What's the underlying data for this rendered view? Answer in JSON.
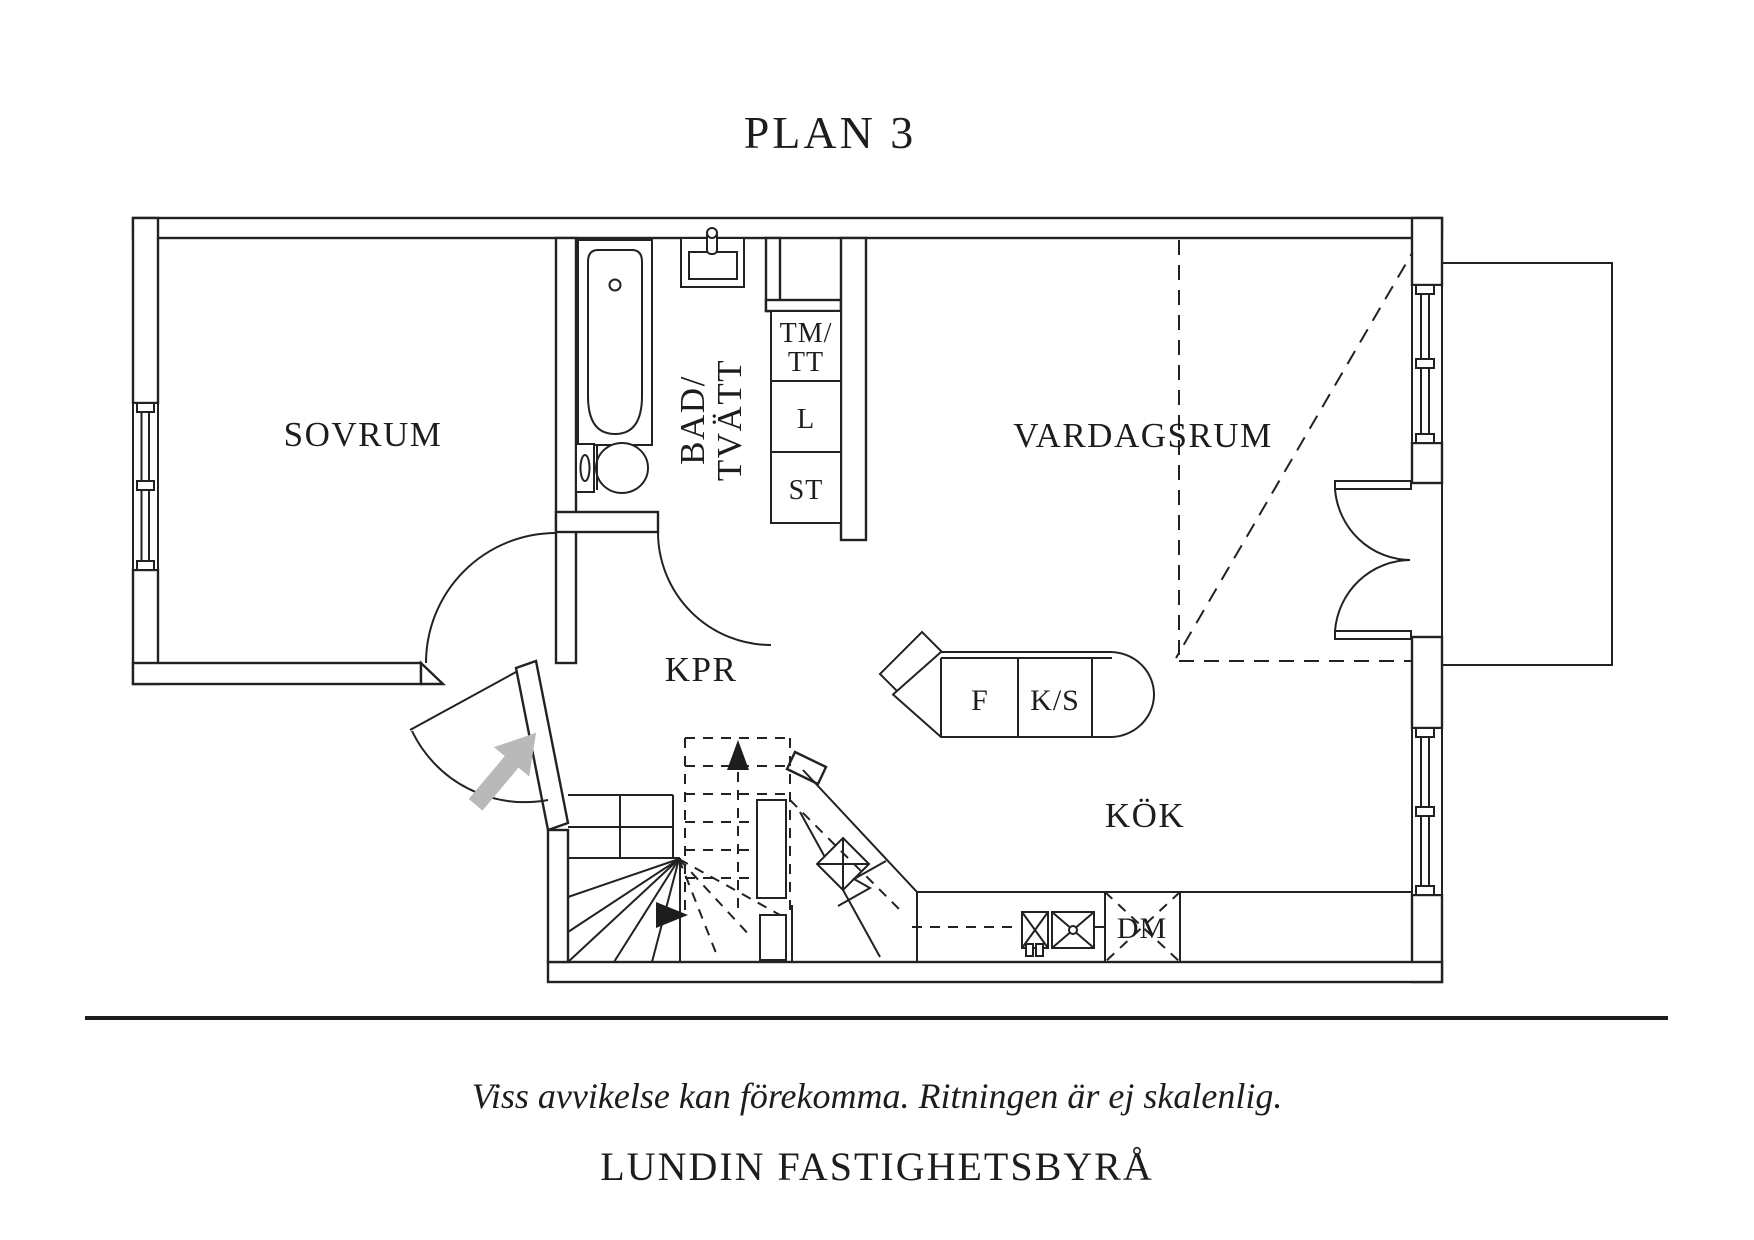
{
  "title": "PLAN 3",
  "rooms": {
    "sovrum": "SOVRUM",
    "bad_line1": "BAD/",
    "bad_line2": "TVÄTT",
    "vardagsrum": "VARDAGSRUM",
    "kpr": "KPR",
    "kok": "KÖK"
  },
  "closets": {
    "tmtt_line1": "TM/",
    "tmtt_line2": "TT",
    "l": "L",
    "st": "ST"
  },
  "appliances": {
    "fridge": "F",
    "ks": "K/S",
    "dishwasher": "DM"
  },
  "footer": {
    "disclaimer": "Viss avvikelse kan förekomma. Ritningen är ej skalenlig.",
    "company": "LUNDIN FASTIGHETSBYRÅ"
  },
  "colors": {
    "line": "#222222",
    "entry_arrow": "#b9b9b9",
    "background": "#ffffff"
  }
}
